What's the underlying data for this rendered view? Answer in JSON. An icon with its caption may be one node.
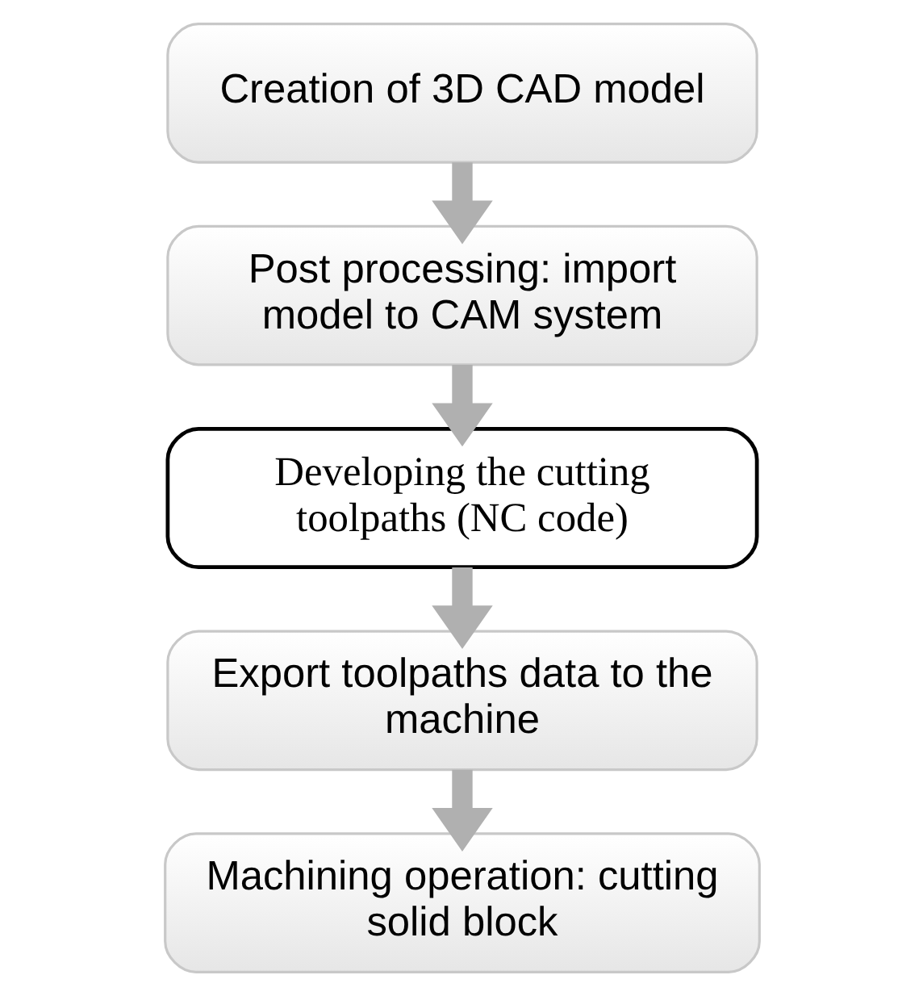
{
  "diagram": {
    "nodes": [
      {
        "text": [
          "Creation of 3D CAD model"
        ]
      },
      {
        "text": [
          "Post processing: import model to CAM system"
        ]
      },
      {
        "text": [
          "Developing the cutting toolpaths (NC code)"
        ]
      },
      {
        "text": [
          "Export toolpaths data to the machine"
        ]
      },
      {
        "text": [
          "Machining operation: cutting solid block"
        ]
      }
    ],
    "edges": [
      {
        "from": 0,
        "to": 1,
        "arrow": "to"
      },
      {
        "from": 1,
        "to": 2,
        "arrow": "to"
      },
      {
        "from": 2,
        "to": 3,
        "arrow": "to"
      },
      {
        "from": 3,
        "to": 4,
        "arrow": "to"
      }
    ]
  }
}
